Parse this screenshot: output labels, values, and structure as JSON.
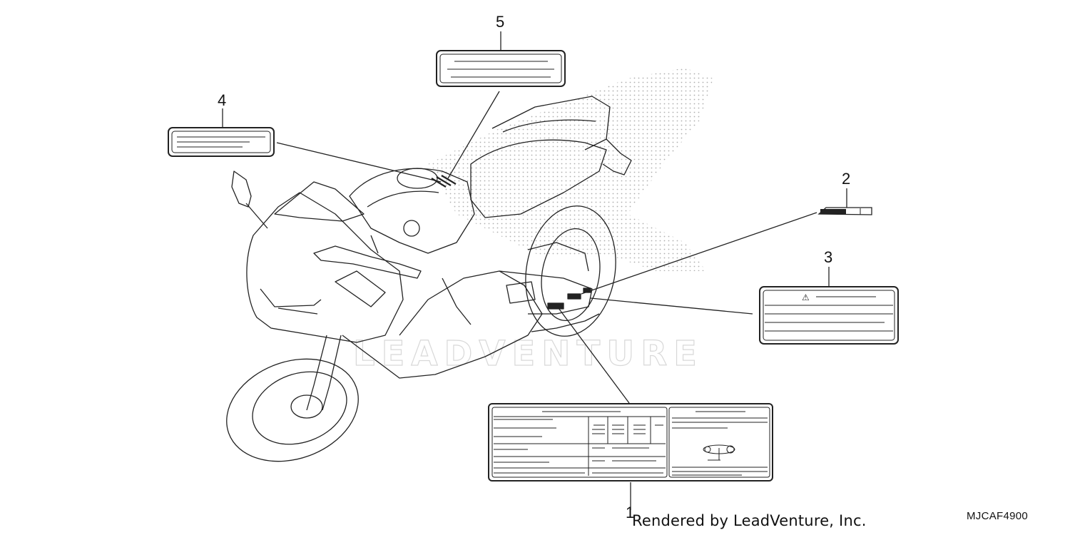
{
  "watermark": "LEADVENTURE",
  "credit": "Rendered by LeadVenture, Inc.",
  "diagram_code": "MJCAF4900",
  "callouts": [
    {
      "id": 1,
      "label": "1"
    },
    {
      "id": 2,
      "label": "2"
    },
    {
      "id": 3,
      "label": "3"
    },
    {
      "id": 4,
      "label": "4"
    },
    {
      "id": 5,
      "label": "5"
    }
  ],
  "warning_symbol": "⚠",
  "colors": {
    "line": "#222222",
    "watermark": "#d8d8d8",
    "dots": "#9a9a9a"
  }
}
